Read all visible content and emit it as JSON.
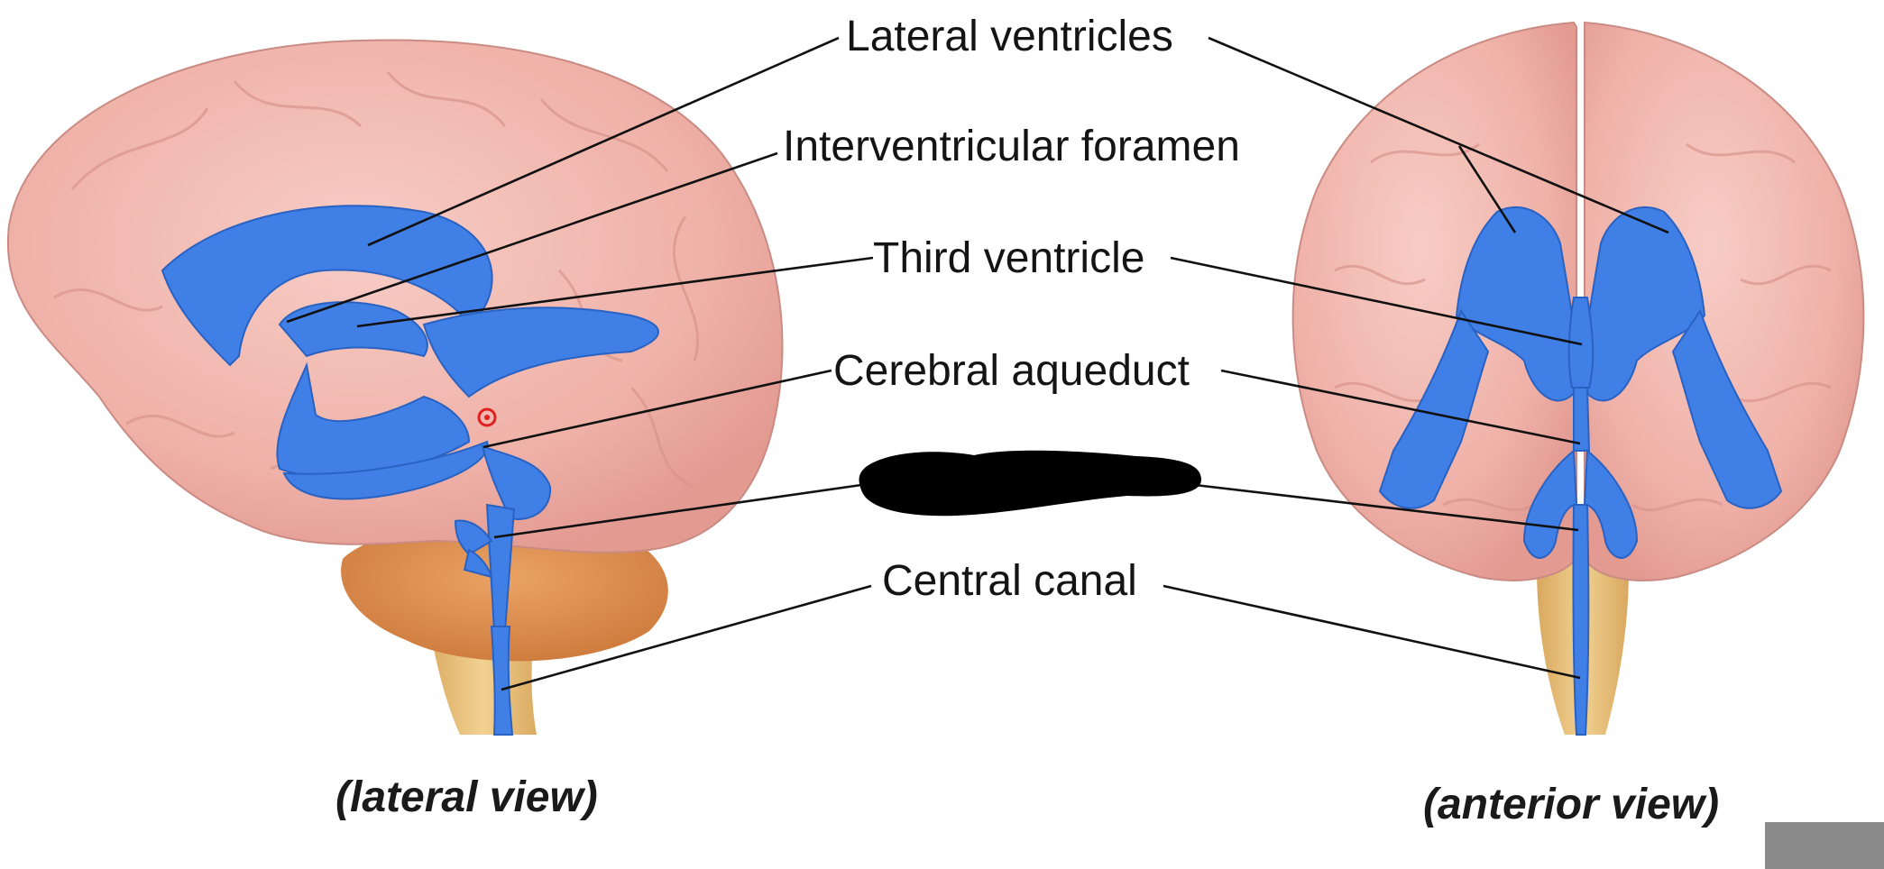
{
  "labels": {
    "lateral_ventricles": "Lateral ventricles",
    "interventricular_foramen": "Interventricular foramen",
    "third_ventricle": "Third ventricle",
    "cerebral_aqueduct": "Cerebral aqueduct",
    "central_canal": "Central canal"
  },
  "captions": {
    "lateral_view": "(lateral view)",
    "anterior_view": "(anterior view)"
  },
  "colors": {
    "brain": "#f0b4ac",
    "ventricles": "#3f7fe6",
    "cerebellum": "#e39a5a",
    "brainstem": "#e8c27c",
    "redaction": "#000000",
    "marker": "#e02020"
  }
}
